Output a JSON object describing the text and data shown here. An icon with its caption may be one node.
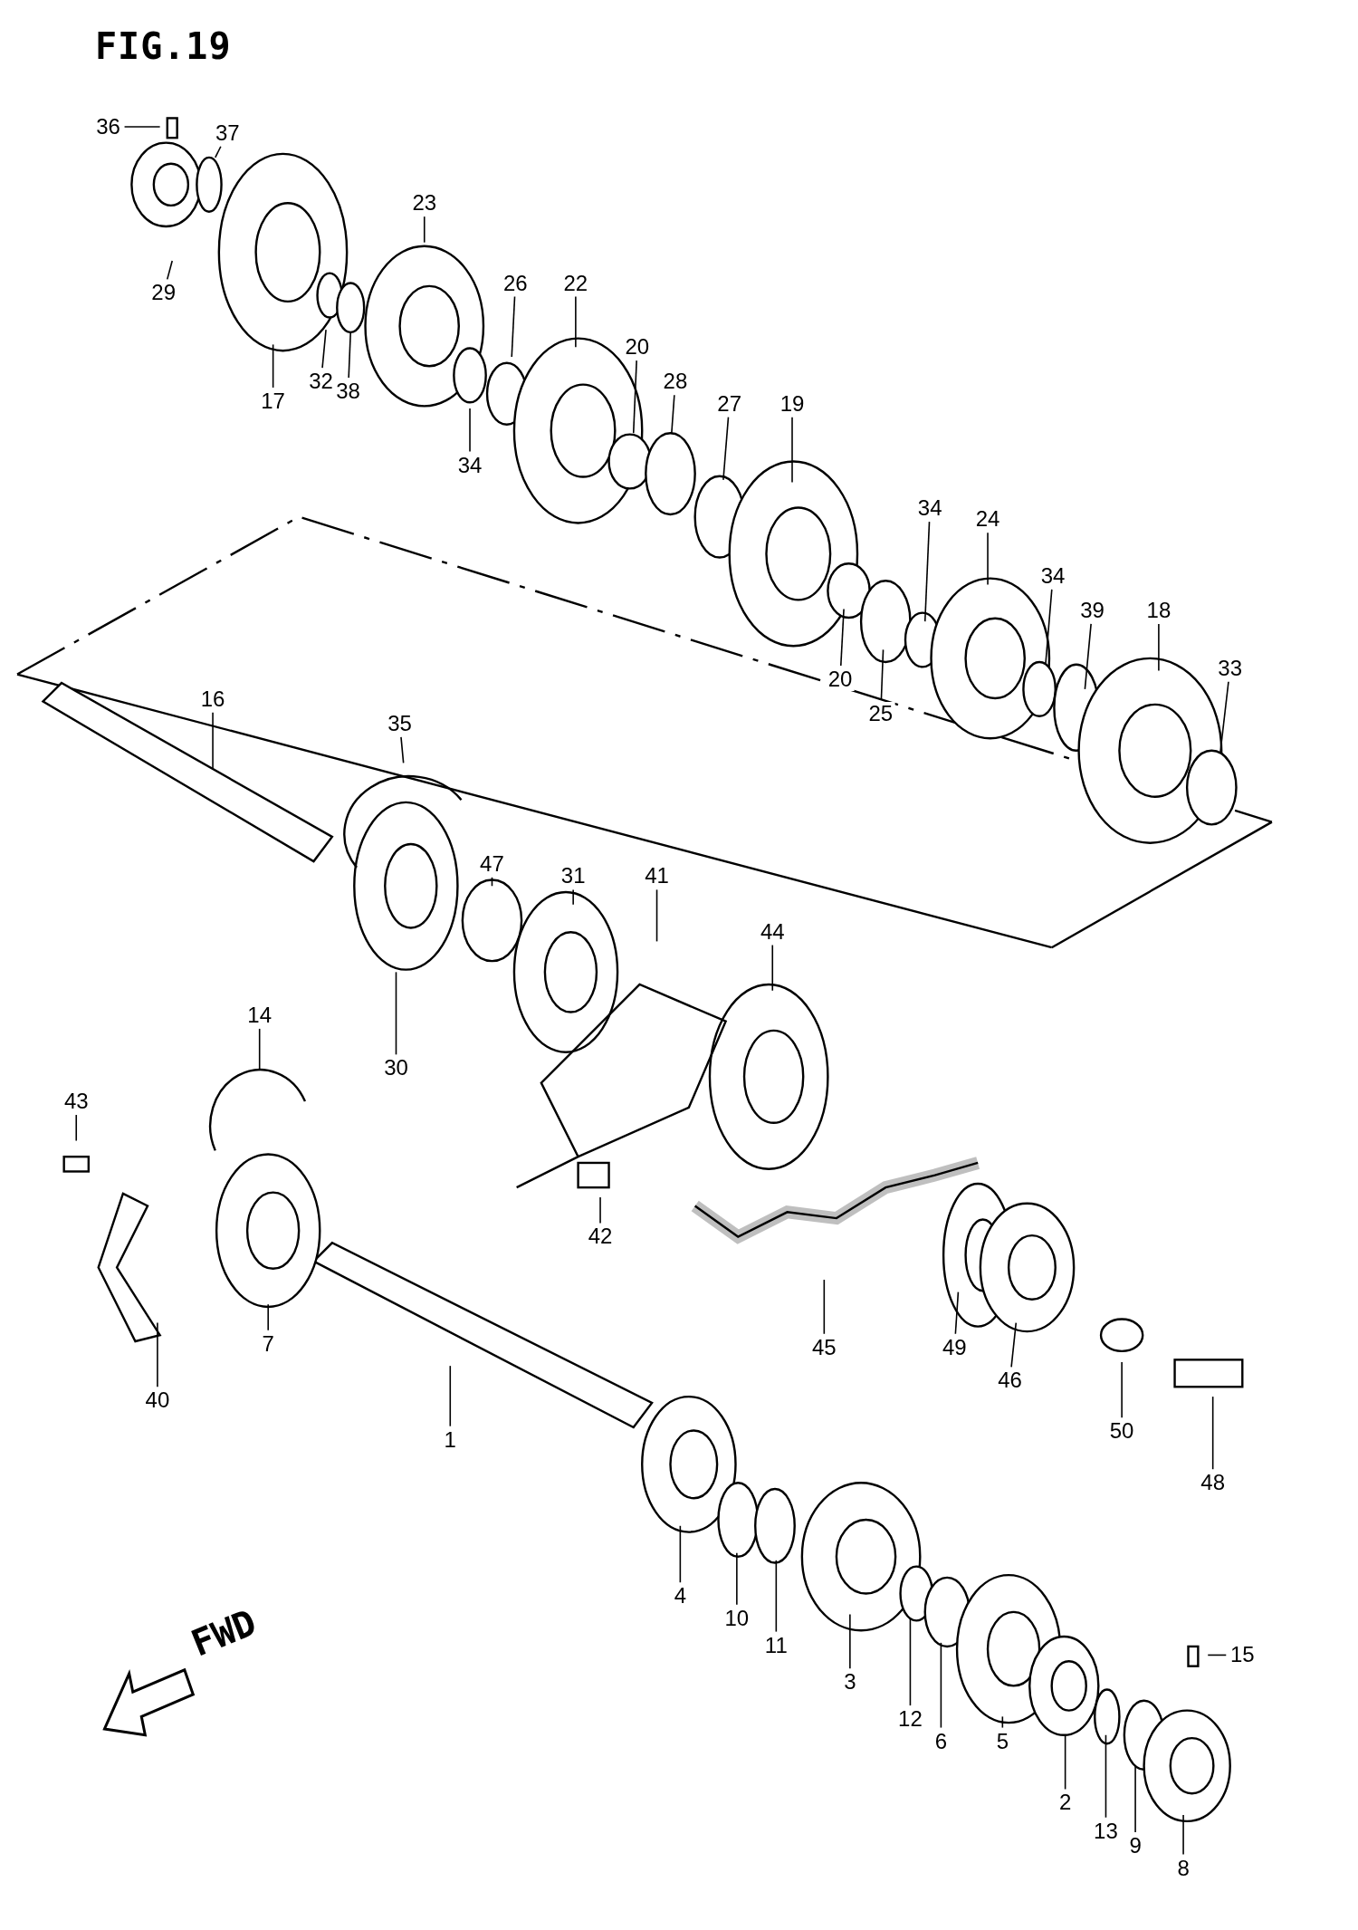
{
  "diagram": {
    "title": "FIG.19",
    "nodes": [
      {
        "text": [
          "36"
        ]
      },
      {
        "text": [
          "37"
        ]
      },
      {
        "text": [
          "29"
        ]
      },
      {
        "text": [
          "23"
        ]
      },
      {
        "text": [
          "17"
        ]
      },
      {
        "text": [
          "32"
        ]
      },
      {
        "text": [
          "38"
        ]
      },
      {
        "text": [
          "26"
        ]
      },
      {
        "text": [
          "22"
        ]
      },
      {
        "text": [
          "34"
        ]
      },
      {
        "text": [
          "20"
        ]
      },
      {
        "text": [
          "28"
        ]
      },
      {
        "text": [
          "27"
        ]
      },
      {
        "text": [
          "19"
        ]
      },
      {
        "text": [
          "34"
        ]
      },
      {
        "text": [
          "24"
        ]
      },
      {
        "text": [
          "34"
        ]
      },
      {
        "text": [
          "39"
        ]
      },
      {
        "text": [
          "18"
        ]
      },
      {
        "text": [
          "33"
        ]
      },
      {
        "text": [
          "20"
        ]
      },
      {
        "text": [
          "25"
        ]
      },
      {
        "text": [
          "16"
        ]
      },
      {
        "text": [
          "35"
        ]
      },
      {
        "text": [
          "47"
        ]
      },
      {
        "text": [
          "31"
        ]
      },
      {
        "text": [
          "41"
        ]
      },
      {
        "text": [
          "30"
        ]
      },
      {
        "text": [
          "44"
        ]
      },
      {
        "text": [
          "14"
        ]
      },
      {
        "text": [
          "43"
        ]
      },
      {
        "text": [
          "42"
        ]
      },
      {
        "text": [
          "45"
        ]
      },
      {
        "text": [
          "49"
        ]
      },
      {
        "text": [
          "46"
        ]
      },
      {
        "text": [
          "50"
        ]
      },
      {
        "text": [
          "48"
        ]
      },
      {
        "text": [
          "7"
        ]
      },
      {
        "text": [
          "40"
        ]
      },
      {
        "text": [
          "1"
        ]
      },
      {
        "text": [
          "4"
        ]
      },
      {
        "text": [
          "10"
        ]
      },
      {
        "text": [
          "11"
        ]
      },
      {
        "text": [
          "3"
        ]
      },
      {
        "text": [
          "12"
        ]
      },
      {
        "text": [
          "6"
        ]
      },
      {
        "text": [
          "5"
        ]
      },
      {
        "text": [
          "2"
        ]
      },
      {
        "text": [
          "13"
        ]
      },
      {
        "text": [
          "9"
        ]
      },
      {
        "text": [
          "8"
        ]
      },
      {
        "text": [
          "15"
        ]
      }
    ],
    "edges": [
      {
        "from": 0,
        "to": null,
        "arrow": "none"
      },
      {
        "from": 1,
        "to": null,
        "arrow": "none"
      },
      {
        "from": 2,
        "to": null,
        "arrow": "none"
      },
      {
        "from": 3,
        "to": null,
        "arrow": "none"
      },
      {
        "from": 4,
        "to": null,
        "arrow": "none"
      },
      {
        "from": 5,
        "to": null,
        "arrow": "none"
      },
      {
        "from": 6,
        "to": null,
        "arrow": "none"
      },
      {
        "from": 7,
        "to": null,
        "arrow": "none"
      },
      {
        "from": 8,
        "to": null,
        "arrow": "none"
      },
      {
        "from": 9,
        "to": null,
        "arrow": "none"
      },
      {
        "from": 10,
        "to": null,
        "arrow": "none"
      },
      {
        "from": 11,
        "to": null,
        "arrow": "none"
      },
      {
        "from": 12,
        "to": null,
        "arrow": "none"
      },
      {
        "from": 13,
        "to": null,
        "arrow": "none"
      },
      {
        "from": 14,
        "to": null,
        "arrow": "none"
      },
      {
        "from": 15,
        "to": null,
        "arrow": "none"
      },
      {
        "from": 16,
        "to": null,
        "arrow": "none"
      },
      {
        "from": 17,
        "to": null,
        "arrow": "none"
      },
      {
        "from": 18,
        "to": null,
        "arrow": "none"
      },
      {
        "from": 19,
        "to": null,
        "arrow": "none"
      },
      {
        "from": 20,
        "to": null,
        "arrow": "none"
      },
      {
        "from": 21,
        "to": null,
        "arrow": "none"
      },
      {
        "from": 22,
        "to": null,
        "arrow": "none"
      },
      {
        "from": 23,
        "to": null,
        "arrow": "none"
      },
      {
        "from": 24,
        "to": null,
        "arrow": "none"
      },
      {
        "from": 25,
        "to": null,
        "arrow": "none"
      },
      {
        "from": 26,
        "to": null,
        "arrow": "none"
      },
      {
        "from": 27,
        "to": null,
        "arrow": "none"
      },
      {
        "from": 28,
        "to": null,
        "arrow": "none"
      },
      {
        "from": 29,
        "to": null,
        "arrow": "none"
      },
      {
        "from": 30,
        "to": null,
        "arrow": "none"
      },
      {
        "from": 31,
        "to": null,
        "arrow": "none"
      },
      {
        "from": 32,
        "to": null,
        "arrow": "none"
      },
      {
        "from": 33,
        "to": null,
        "arrow": "none"
      },
      {
        "from": 34,
        "to": null,
        "arrow": "none"
      },
      {
        "from": 35,
        "to": null,
        "arrow": "none"
      },
      {
        "from": 36,
        "to": null,
        "arrow": "none"
      },
      {
        "from": 37,
        "to": null,
        "arrow": "none"
      },
      {
        "from": 38,
        "to": null,
        "arrow": "none"
      },
      {
        "from": 39,
        "to": null,
        "arrow": "none"
      },
      {
        "from": 40,
        "to": null,
        "arrow": "none"
      },
      {
        "from": 41,
        "to": null,
        "arrow": "none"
      },
      {
        "from": 42,
        "to": null,
        "arrow": "none"
      },
      {
        "from": 43,
        "to": null,
        "arrow": "none"
      },
      {
        "from": 44,
        "to": null,
        "arrow": "none"
      },
      {
        "from": 45,
        "to": null,
        "arrow": "none"
      },
      {
        "from": 46,
        "to": null,
        "arrow": "none"
      },
      {
        "from": 47,
        "to": null,
        "arrow": "none"
      },
      {
        "from": 48,
        "to": null,
        "arrow": "none"
      },
      {
        "from": 49,
        "to": null,
        "arrow": "none"
      },
      {
        "from": 50,
        "to": null,
        "arrow": "none"
      },
      {
        "from": 51,
        "to": null,
        "arrow": "none"
      }
    ],
    "labels": [
      "FWD"
    ]
  }
}
